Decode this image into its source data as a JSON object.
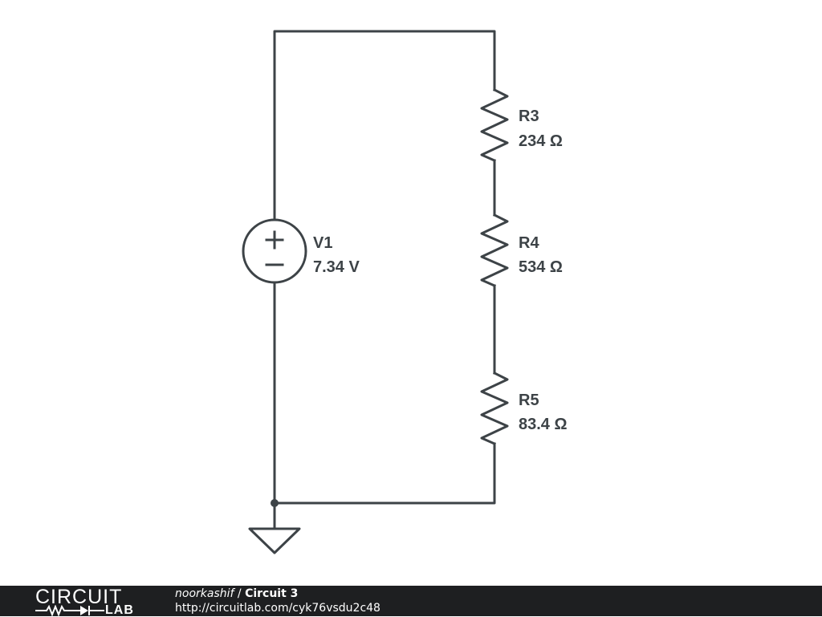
{
  "schematic": {
    "components": [
      {
        "id": "V1",
        "type": "voltage-source",
        "value": "7.34 V"
      },
      {
        "id": "R3",
        "type": "resistor",
        "value": "234 Ω"
      },
      {
        "id": "R4",
        "type": "resistor",
        "value": "534 Ω"
      },
      {
        "id": "R5",
        "type": "resistor",
        "value": "83.4 Ω"
      }
    ],
    "source_symbols": {
      "plus": "+",
      "minus": "−"
    }
  },
  "footer": {
    "logo_top": "CIRCUIT",
    "logo_bottom": "LAB",
    "author": "noorkashif",
    "separator": " / ",
    "circuit_name": "Circuit 3",
    "url": "http://circuitlab.com/cyk76vsdu2c48"
  },
  "colors": {
    "wire": "#3d4347",
    "footer_bg": "#1e1f21",
    "footer_text": "#ffffff"
  }
}
